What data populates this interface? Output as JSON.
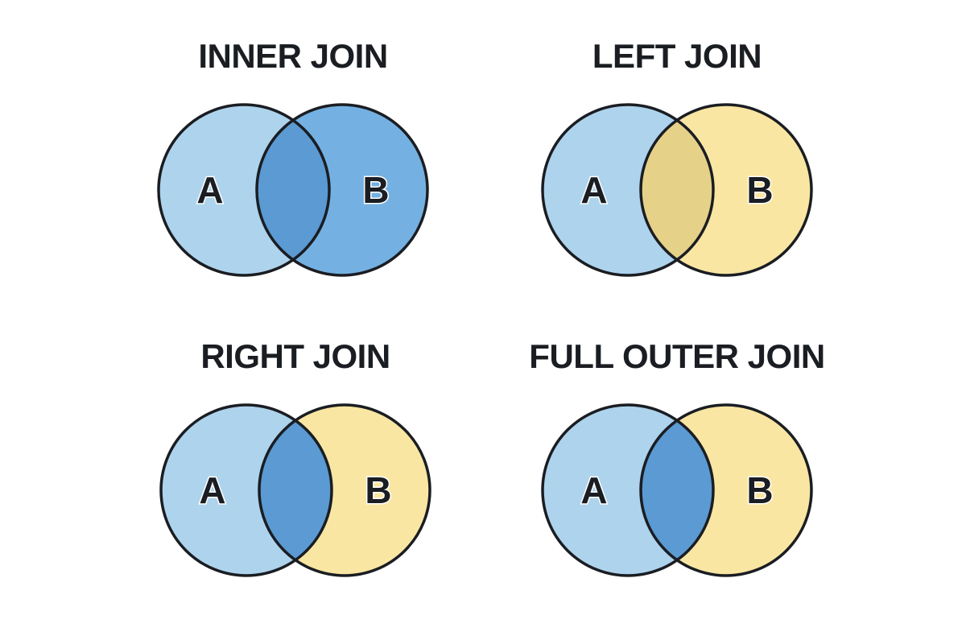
{
  "palette": {
    "ink": "#1a1d22",
    "background": "#ffffff"
  },
  "diagrams": [
    {
      "id": "inner-join",
      "title": "INNER JOIN",
      "label_a": "A",
      "label_b": "B",
      "colors": {
        "circle_a": "#AED3ED",
        "circle_b": "#74B1E2",
        "intersection": "#5B9AD2"
      }
    },
    {
      "id": "left-join",
      "title": "LEFT JOIN",
      "label_a": "A",
      "label_b": "B",
      "colors": {
        "circle_a": "#AED3ED",
        "circle_b": "#F9E6A3",
        "intersection": "#E6D189"
      }
    },
    {
      "id": "right-join",
      "title": "RIGHT JOIN",
      "label_a": "A",
      "label_b": "B",
      "colors": {
        "circle_a": "#AED3ED",
        "circle_b": "#F9E6A3",
        "intersection": "#5B9AD2"
      }
    },
    {
      "id": "full-outer-join",
      "title": "FULL OUTER JOIN",
      "label_a": "A",
      "label_b": "B",
      "colors": {
        "circle_a": "#AED3ED",
        "circle_b": "#F9E6A3",
        "intersection": "#5B9AD2"
      }
    }
  ]
}
